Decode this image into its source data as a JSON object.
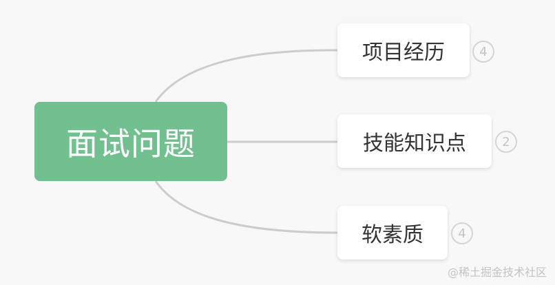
{
  "diagram": {
    "root": {
      "label": "面试问题"
    },
    "branches": [
      {
        "label": "项目经历",
        "count": "4"
      },
      {
        "label": "技能知识点",
        "count": "2"
      },
      {
        "label": "软素质",
        "count": "4"
      }
    ]
  },
  "watermark": {
    "text": "@稀土掘金技术社区"
  },
  "colors": {
    "background": "#f8f8f8",
    "root_fill": "#72c08f",
    "node_fill": "#ffffff",
    "connector": "#cccccc",
    "badge_border": "#d4d4d4"
  }
}
